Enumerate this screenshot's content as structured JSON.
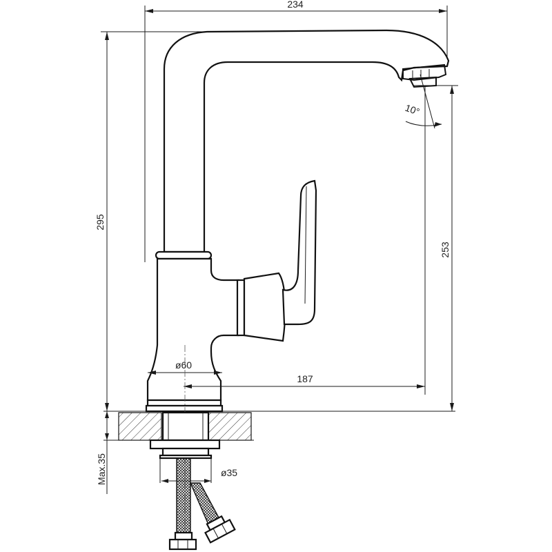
{
  "dimensions": {
    "overall_width": "234",
    "overall_height": "295",
    "spout_height": "253",
    "spout_reach": "187",
    "base_diameter": "ø60",
    "shank_diameter": "ø35",
    "max_counter_thickness": "Max.35",
    "spout_angle": "10°"
  }
}
